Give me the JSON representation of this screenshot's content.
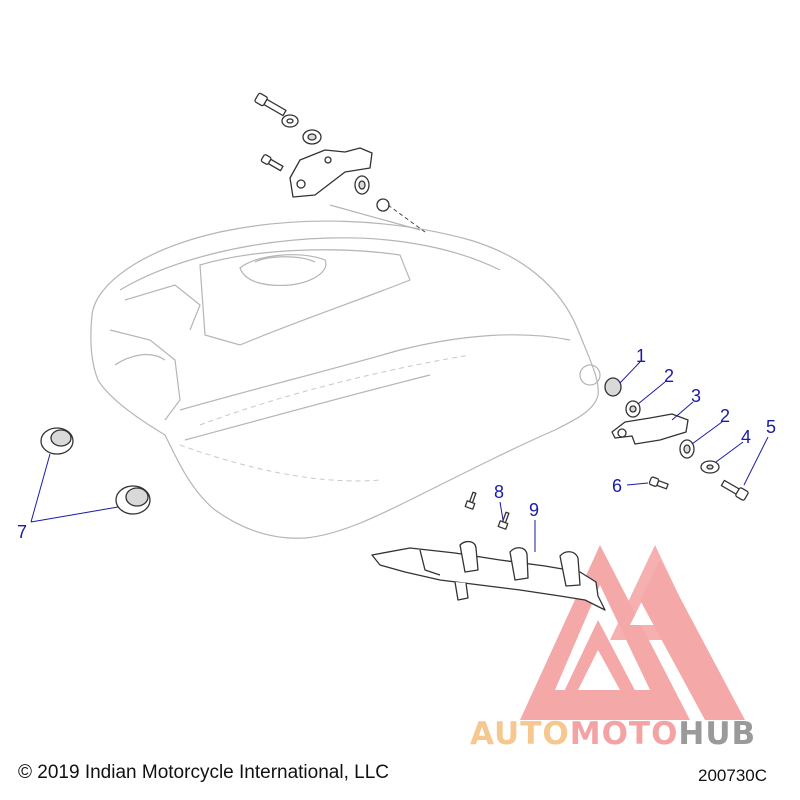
{
  "callouts": [
    {
      "id": "1",
      "label": "1"
    },
    {
      "id": "2a",
      "label": "2"
    },
    {
      "id": "3",
      "label": "3"
    },
    {
      "id": "2b",
      "label": "2"
    },
    {
      "id": "4",
      "label": "4"
    },
    {
      "id": "5",
      "label": "5"
    },
    {
      "id": "6",
      "label": "6"
    },
    {
      "id": "7",
      "label": "7"
    },
    {
      "id": "8",
      "label": "8"
    },
    {
      "id": "9",
      "label": "9"
    }
  ],
  "copyright": "© 2019 Indian Motorcycle International, LLC",
  "figure_id": "200730C",
  "watermark": {
    "part1": "AUTO",
    "part2": "MOTO",
    "part3": "HUB"
  },
  "colors": {
    "callout": "#1a1aa8",
    "watermark_red": "#f08080",
    "watermark_orange": "#f6c88f",
    "watermark_gray": "#9a9a9a"
  }
}
